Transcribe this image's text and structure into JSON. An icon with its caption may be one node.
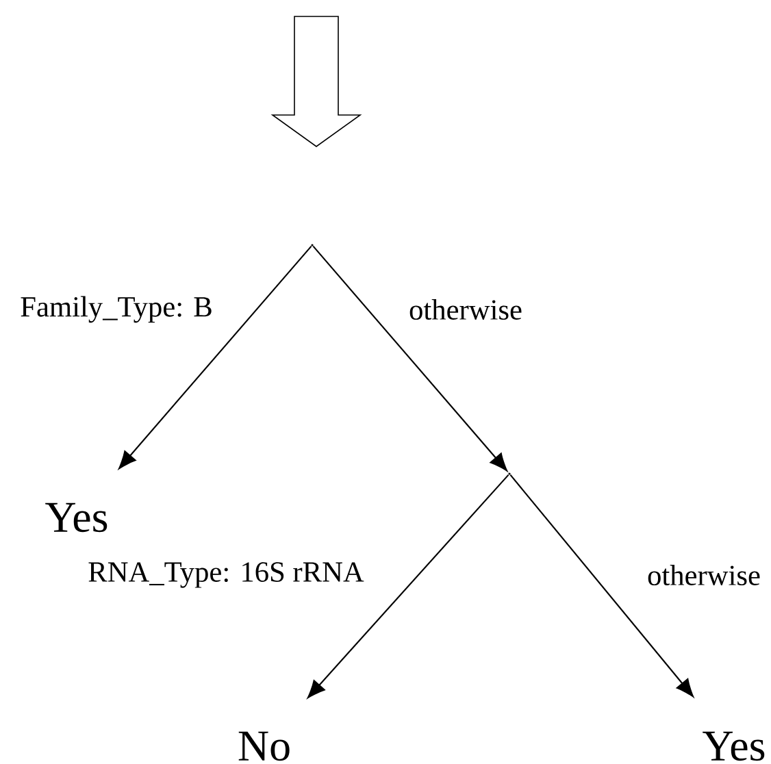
{
  "diagram": {
    "nodes": [
      {
        "text": [],
        "shape": "point"
      },
      {
        "text": [
          "Yes"
        ]
      },
      {
        "text": [],
        "shape": "point"
      },
      {
        "text": [
          "No"
        ]
      },
      {
        "text": [
          "Yes"
        ]
      }
    ],
    "edges": [
      {
        "from": 0,
        "to": 1,
        "arrow": "to",
        "label": "Family_Type: B"
      },
      {
        "from": 0,
        "to": 2,
        "arrow": "to",
        "label": "otherwise"
      },
      {
        "from": 2,
        "to": 3,
        "arrow": "to",
        "label": "RNA_Type: 16S rRNA"
      },
      {
        "from": 2,
        "to": 4,
        "arrow": "to",
        "label": "otherwise"
      }
    ]
  }
}
